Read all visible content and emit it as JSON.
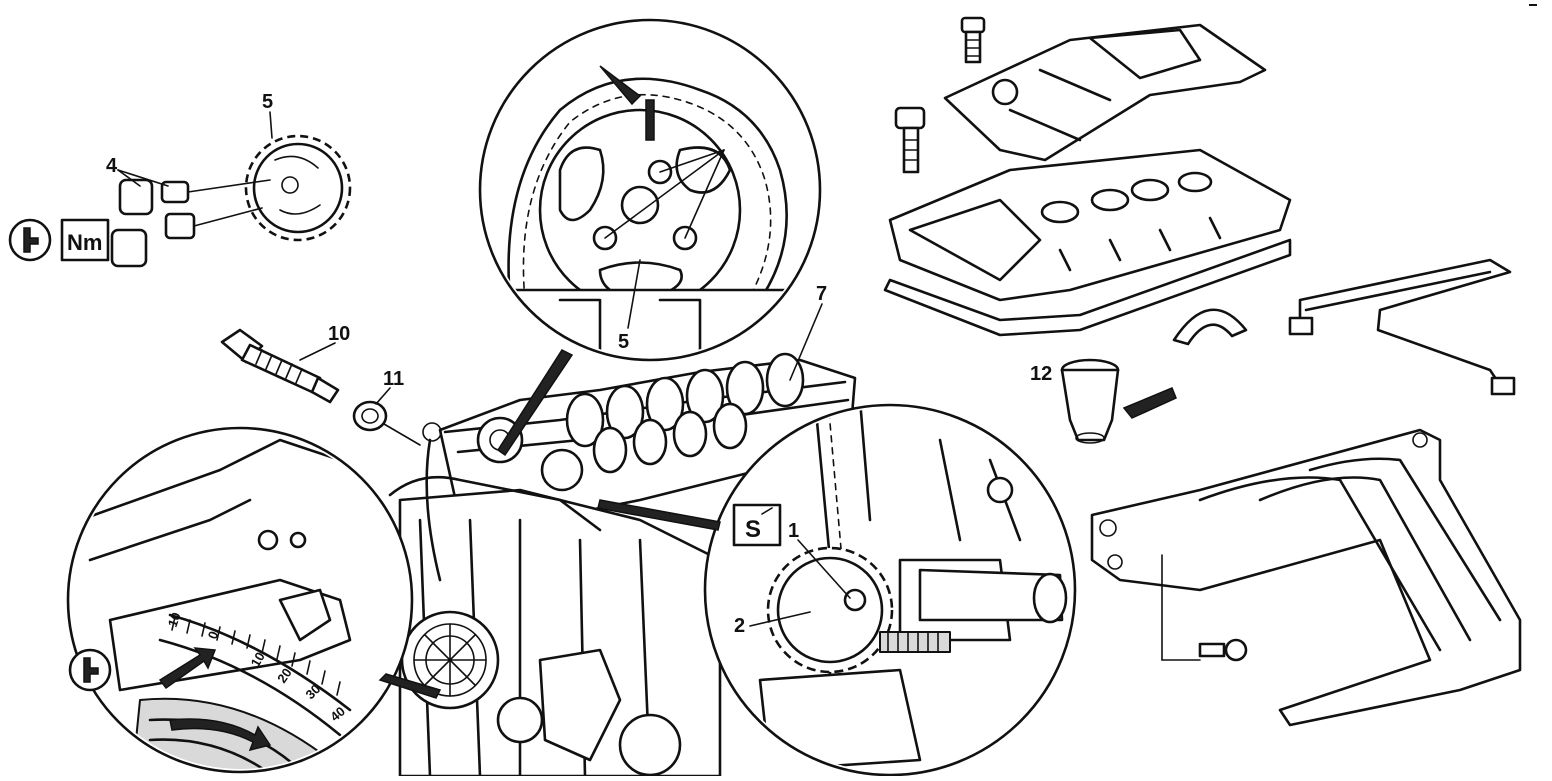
{
  "callouts": {
    "c1": "1",
    "c2": "2",
    "c4": "4",
    "c5_top": "5",
    "c5_inset": "5",
    "c7": "7",
    "c10": "10",
    "c11": "11",
    "c12": "12"
  },
  "symbols": {
    "torque_label": "Nm",
    "torque_icon": "torque-wrench-icon",
    "special_tool_label": "S",
    "special_tool_icon": "special-tool-icon"
  },
  "degree_scale": {
    "labels": [
      "10",
      "0",
      "10",
      "20",
      "30",
      "40"
    ]
  }
}
